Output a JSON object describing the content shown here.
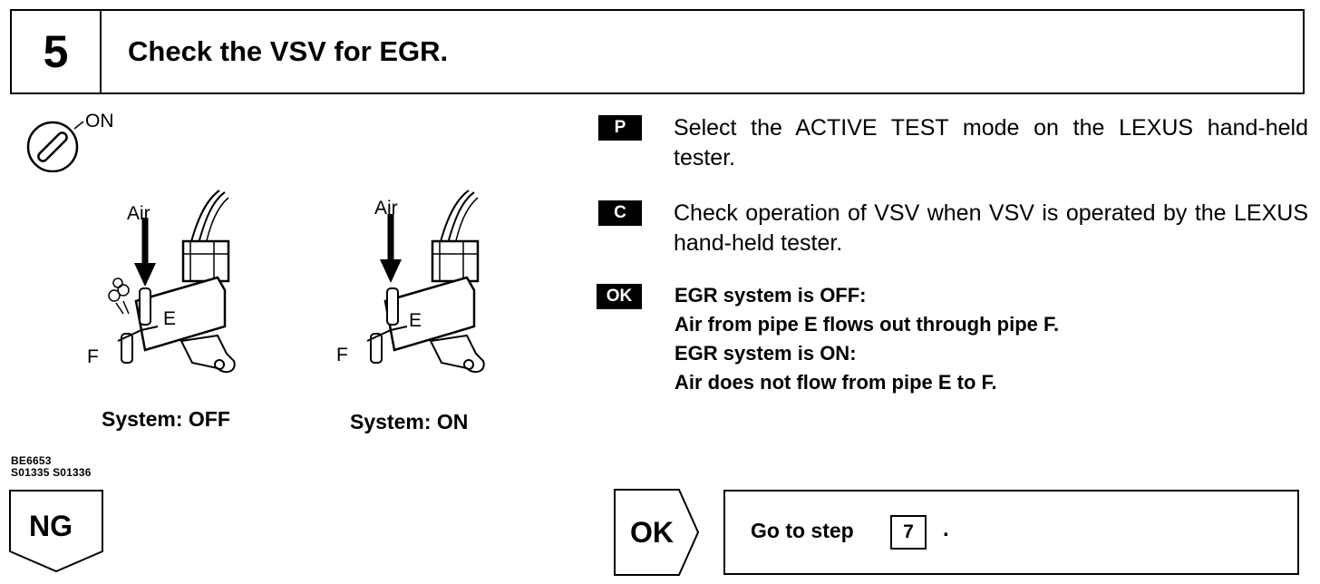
{
  "header": {
    "step_number": "5",
    "title": "Check the VSV for EGR."
  },
  "ignition": {
    "label": "ON",
    "icon": "ignition-key-icon"
  },
  "illustrations": [
    {
      "air_label": "Air",
      "pipe_e_label": "E",
      "pipe_f_label": "F",
      "caption": "System: OFF"
    },
    {
      "air_label": "Air",
      "pipe_e_label": "E",
      "pipe_f_label": "F",
      "caption": "System: ON"
    }
  ],
  "figure_codes": {
    "line1": "BE6653",
    "line2": "S01335 S01336"
  },
  "instructions": [
    {
      "badge": "P",
      "text": "Select the ACTIVE TEST mode on the LEXUS hand-held tester."
    },
    {
      "badge": "C",
      "text": "Check operation of VSV when VSV is operated by the LEXUS hand-held tester."
    }
  ],
  "ok_result": {
    "badge": "OK",
    "lines": [
      "EGR system is OFF:",
      "Air from pipe E flows out through pipe F.",
      "EGR system is ON:",
      "Air does not flow from pipe E to F."
    ]
  },
  "footer": {
    "ng_label": "NG",
    "ok_label": "OK",
    "goto_text": "Go to step",
    "goto_step": "7",
    "goto_end": "."
  }
}
